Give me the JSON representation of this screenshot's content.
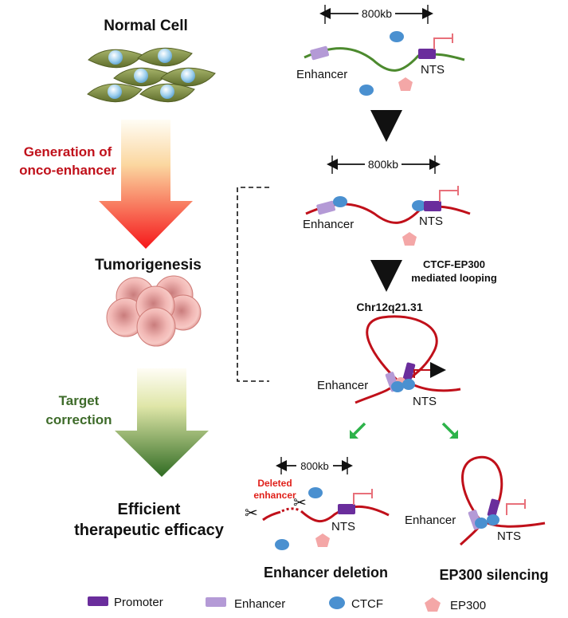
{
  "left": {
    "normal_cell": "Normal Cell",
    "generation_line1": "Generation of",
    "generation_line2": "onco-enhancer",
    "tumorigenesis": "Tumorigenesis",
    "target_line1": "Target",
    "target_line2": "correction",
    "efficacy_line1": "Efficient",
    "efficacy_line2": "therapeutic efficacy"
  },
  "right": {
    "panel1": {
      "distance": "800kb",
      "enhancer": "Enhancer",
      "nts": "NTS"
    },
    "panel2": {
      "distance": "800kb",
      "enhancer": "Enhancer",
      "nts": "NTS"
    },
    "step_line1": "CTCF-EP300",
    "step_line2": "mediated looping",
    "locus": "Chr12q21.31",
    "panel3": {
      "enhancer": "Enhancer",
      "nts": "NTS"
    },
    "deletion": {
      "distance": "800kb",
      "deleted_line1": "Deleted",
      "deleted_line2": "enhancer",
      "nts": "NTS",
      "caption": "Enhancer deletion"
    },
    "silencing": {
      "enhancer": "Enhancer",
      "nts": "NTS",
      "caption": "EP300 silencing"
    }
  },
  "legend": {
    "promoter": "Promoter",
    "enhancer": "Enhancer",
    "ctcf": "CTCF",
    "ep300": "EP300"
  },
  "colors": {
    "promoter": "#6a2d9c",
    "enhancer": "#b49ad6",
    "ctcf": "#4a90d0",
    "ep300": "#f4a7a7",
    "healthy_dna": "#4c8a2e",
    "onco_dna": "#c0101a",
    "red_text": "#c0101a",
    "green_text": "#3e6b2a"
  }
}
